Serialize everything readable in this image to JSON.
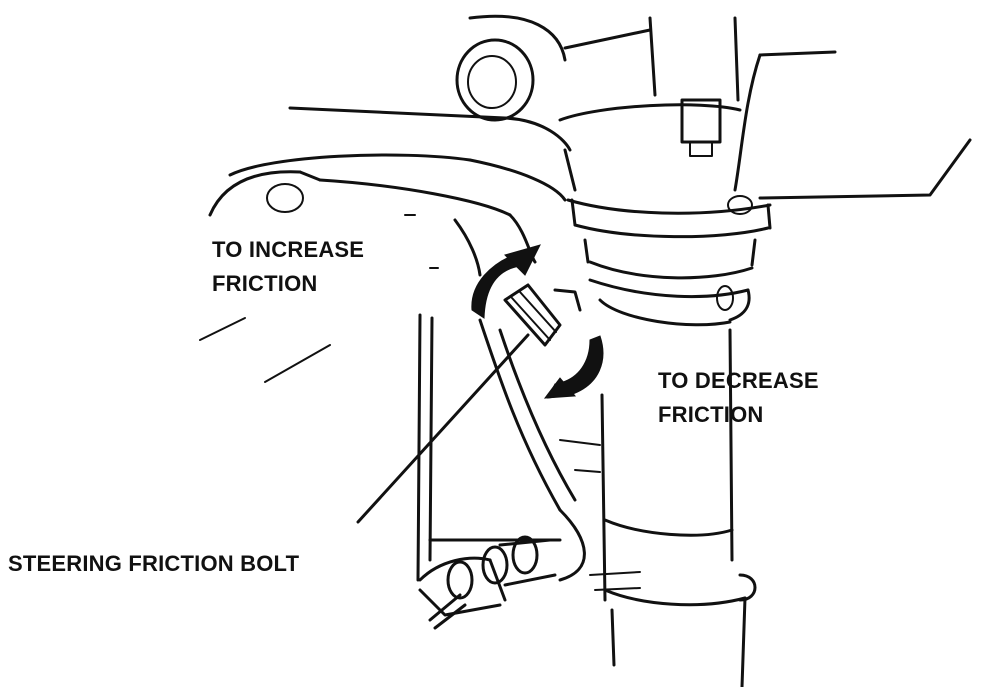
{
  "labels": {
    "increase": [
      "TO INCREASE",
      "FRICTION"
    ],
    "decrease": [
      "TO DECREASE",
      "FRICTION"
    ],
    "bolt": "STEERING FRICTION BOLT"
  },
  "colors": {
    "ink": "#111111",
    "paper": "#ffffff"
  }
}
